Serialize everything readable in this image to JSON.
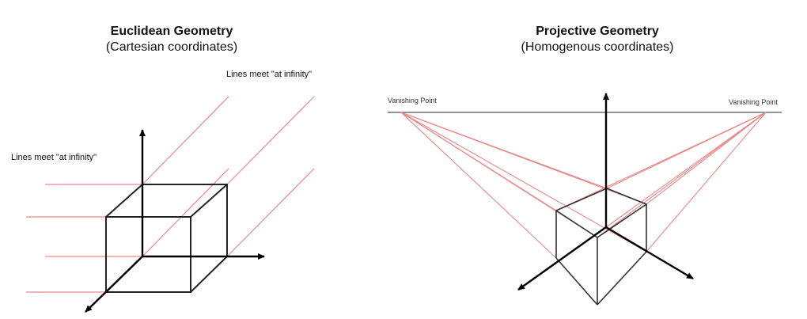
{
  "left": {
    "title": "Euclidean Geometry",
    "subtitle": "(Cartesian coordinates)",
    "note_upper": "Lines meet \"at infinity\"",
    "note_left": "Lines meet \"at infinity\""
  },
  "right": {
    "title": "Projective Geometry",
    "subtitle": "(Homogenous coordinates)",
    "vp_left": "Vanishing Point",
    "vp_right": "Vanishing Point"
  },
  "colors": {
    "construction_line": "#e8898a",
    "edge": "#222222",
    "axis": "#000000"
  }
}
